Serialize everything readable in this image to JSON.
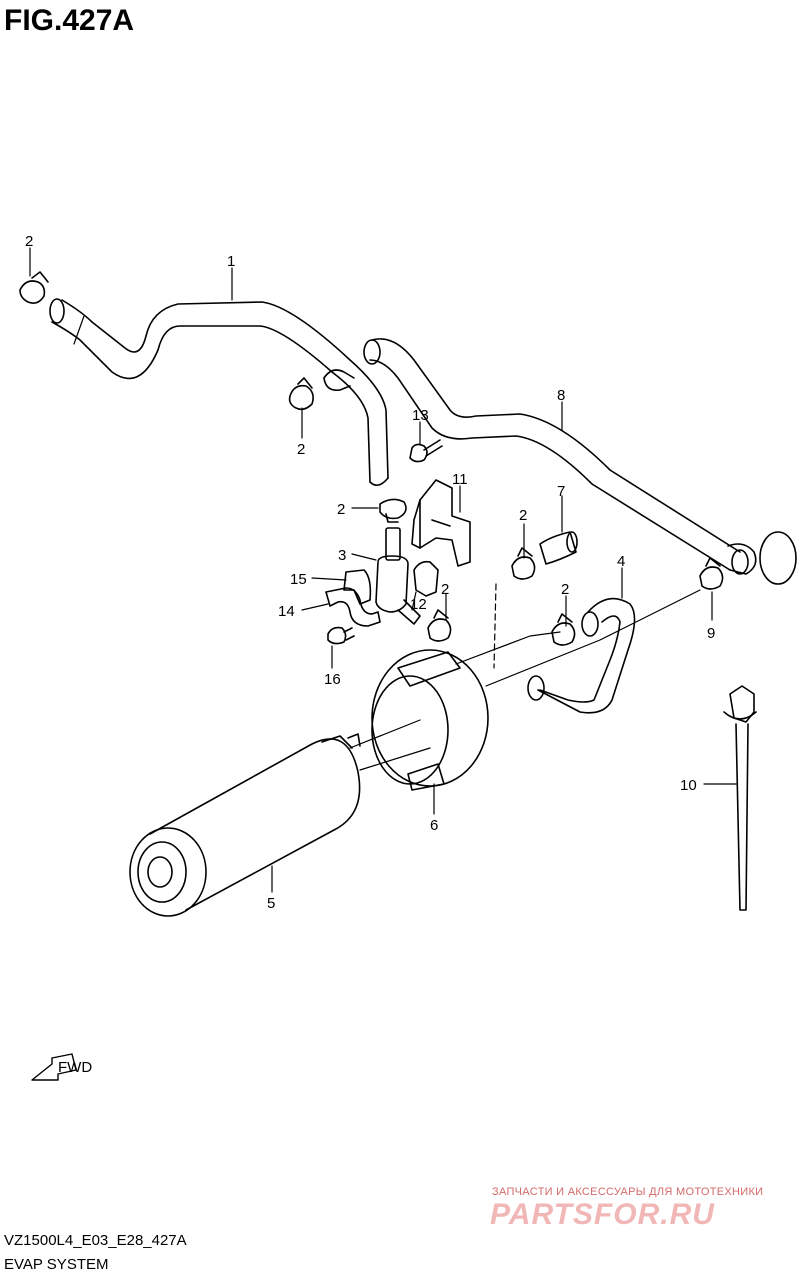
{
  "figure": {
    "title": "FIG.427A",
    "code": "VZ1500L4_E03_E28_427A",
    "system": "EVAP SYSTEM",
    "fwd_label": "FWD"
  },
  "callouts": {
    "c1": "1",
    "c2a": "2",
    "c2b": "2",
    "c2c": "2",
    "c2d": "2",
    "c2e": "2",
    "c2f": "2",
    "c3": "3",
    "c4": "4",
    "c5": "5",
    "c6": "6",
    "c8": "8",
    "c7": "7",
    "c9": "9",
    "c10": "10",
    "c11": "11",
    "c12": "12",
    "c13": "13",
    "c14": "14",
    "c15": "15",
    "c16": "16"
  },
  "watermark": {
    "tagline": "ЗАПЧАСТИ И АКСЕССУАРЫ ДЛЯ МОТОТЕХНИКИ",
    "logo": "PARTSFOR.RU"
  }
}
